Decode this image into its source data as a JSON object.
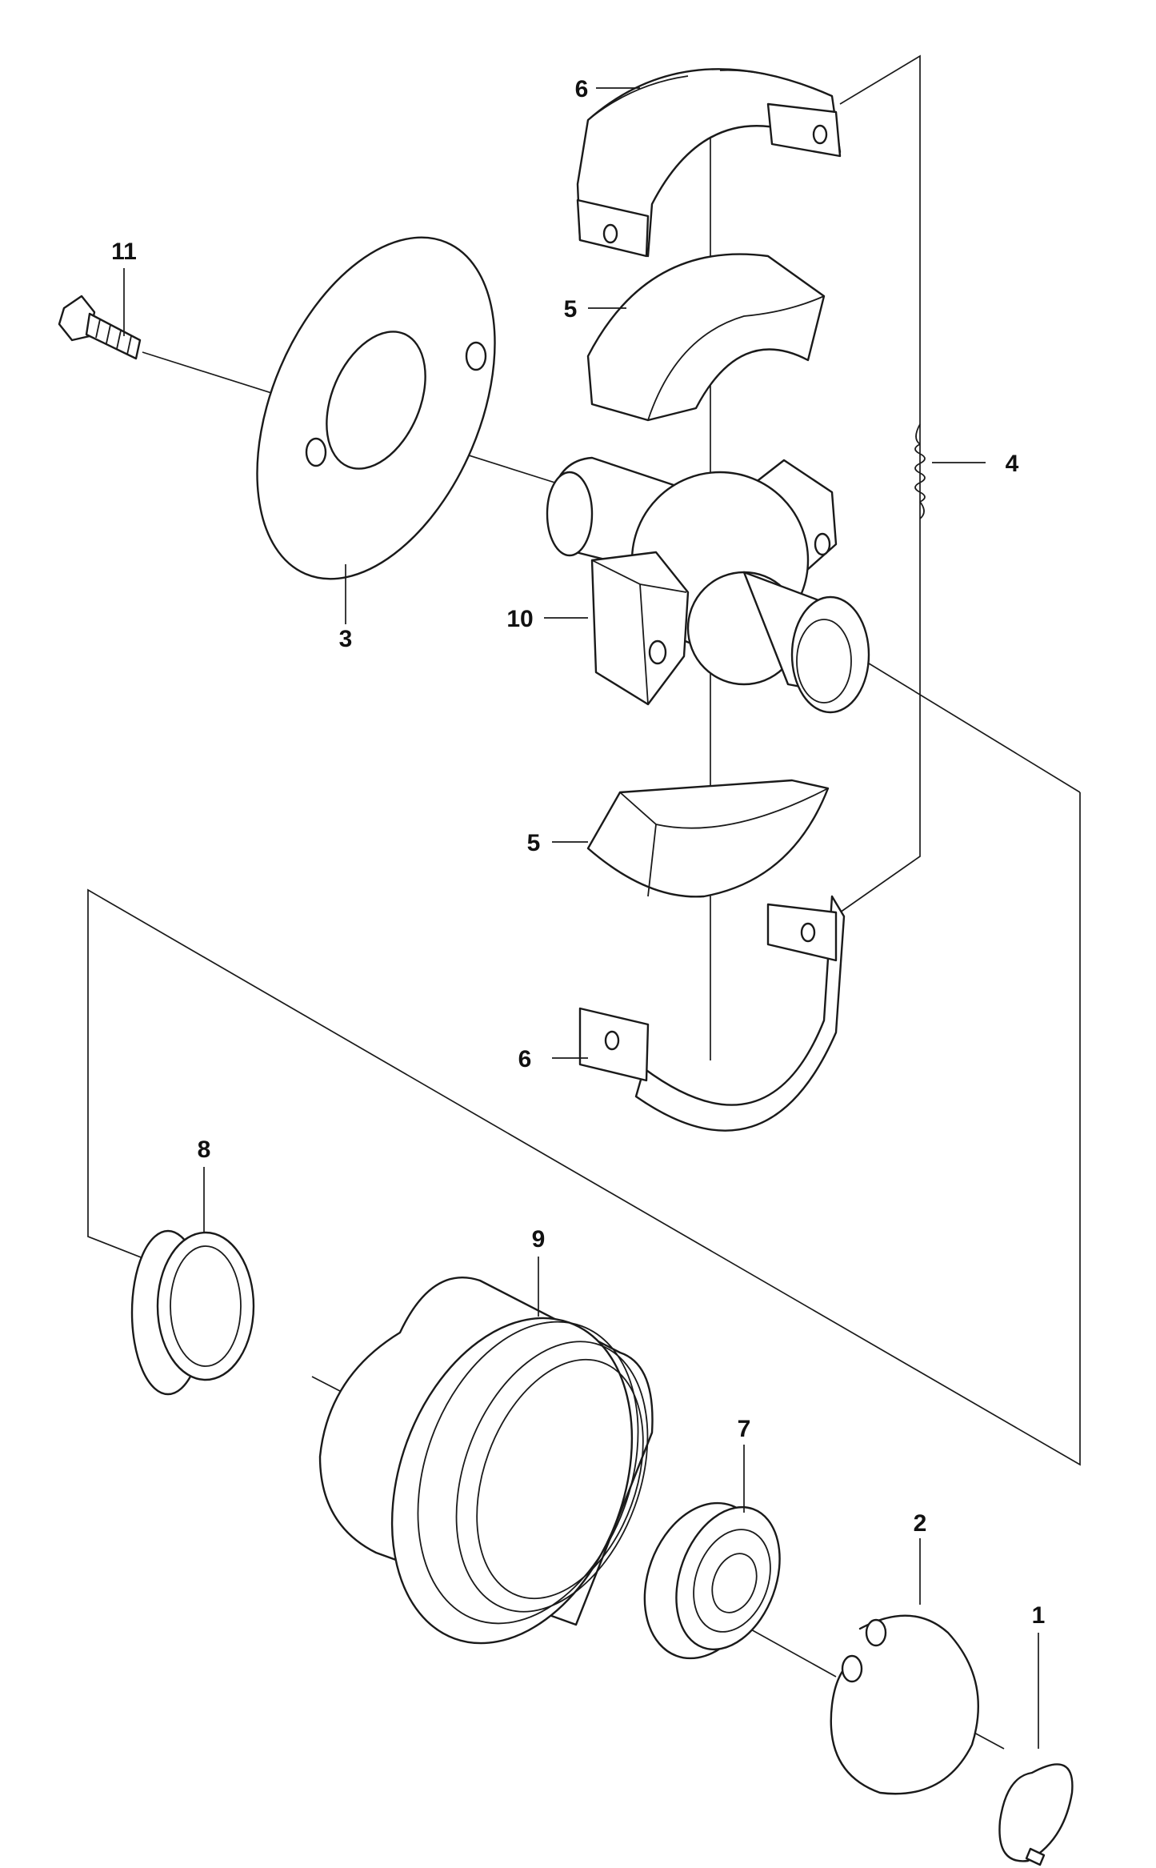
{
  "diagram": {
    "type": "exploded-parts-view",
    "callouts": [
      {
        "id": "c1",
        "label": "1"
      },
      {
        "id": "c2",
        "label": "2"
      },
      {
        "id": "c3",
        "label": "3"
      },
      {
        "id": "c4",
        "label": "4"
      },
      {
        "id": "c5a",
        "label": "5"
      },
      {
        "id": "c5b",
        "label": "5"
      },
      {
        "id": "c6a",
        "label": "6"
      },
      {
        "id": "c6b",
        "label": "6"
      },
      {
        "id": "c7",
        "label": "7"
      },
      {
        "id": "c8",
        "label": "8"
      },
      {
        "id": "c9",
        "label": "9"
      },
      {
        "id": "c10",
        "label": "10"
      },
      {
        "id": "c11",
        "label": "11"
      }
    ]
  }
}
